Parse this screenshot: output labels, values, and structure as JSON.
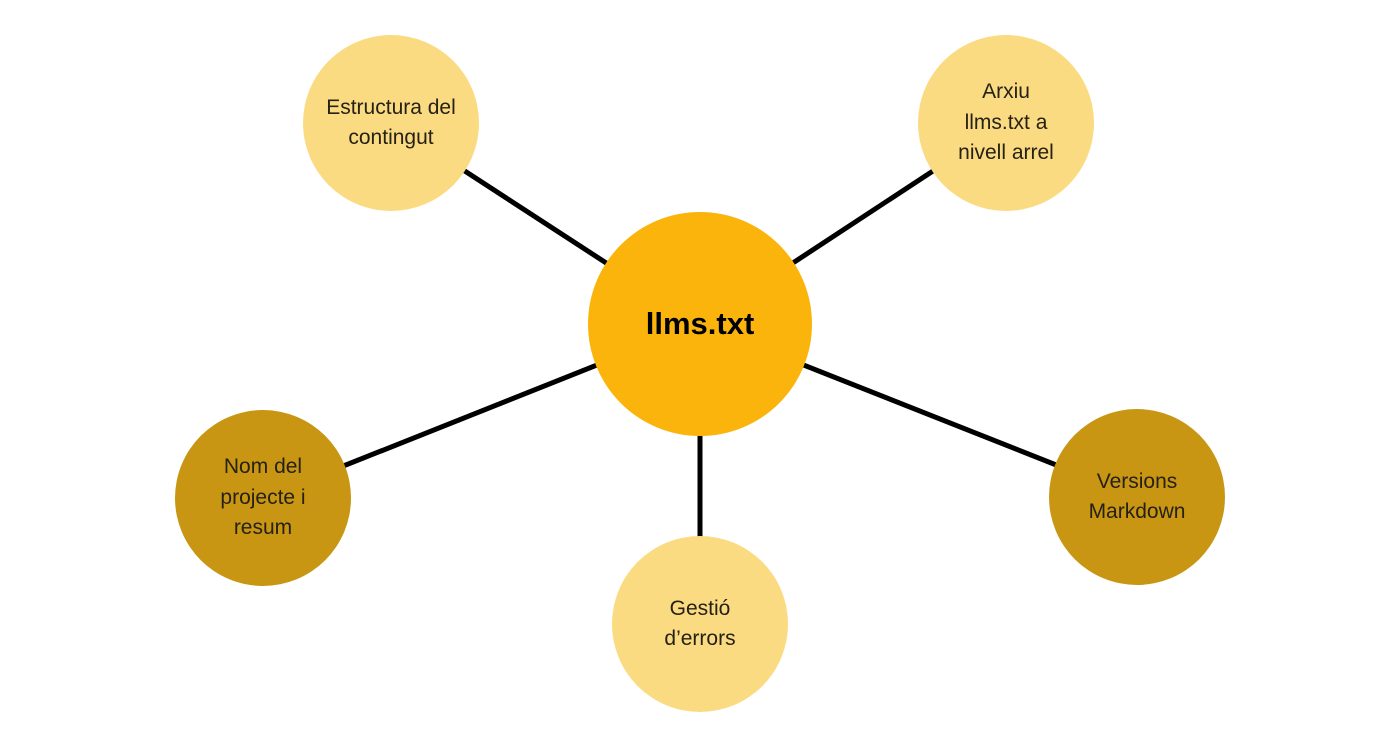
{
  "colors": {
    "background": "#FFFFFF",
    "center-fill": "#FBB40C",
    "light-fill": "#FBDB81",
    "dark-fill": "#C89612",
    "line": "#000000",
    "text": "#262115",
    "center-text": "#000000"
  },
  "center": {
    "label": "llms.txt"
  },
  "nodes": [
    {
      "id": "estructura",
      "label": "Estructura del\ncontingut",
      "tone": "light"
    },
    {
      "id": "arxiu",
      "label": "Arxiu\nllms.txt a\nnivell arrel",
      "tone": "light"
    },
    {
      "id": "nom",
      "label": "Nom del\nprojecte i\nresum",
      "tone": "dark"
    },
    {
      "id": "versions",
      "label": "Versions\nMarkdown",
      "tone": "dark"
    },
    {
      "id": "gestio",
      "label": "Gestió\nd’errors",
      "tone": "light"
    }
  ]
}
